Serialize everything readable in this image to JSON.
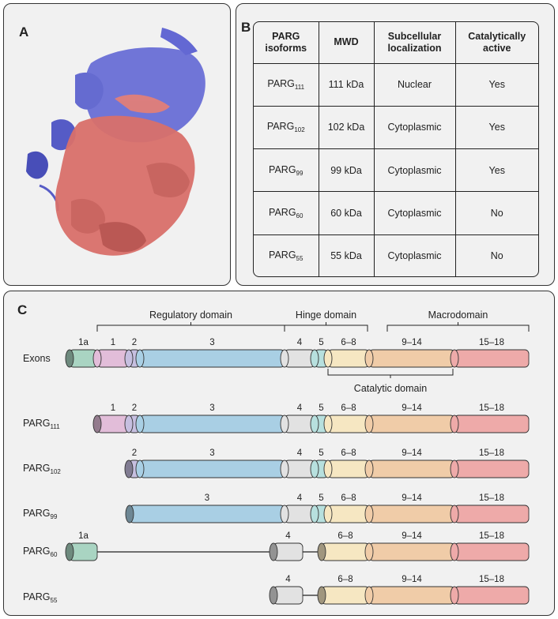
{
  "panels": {
    "a": "A",
    "b": "B",
    "c": "C"
  },
  "table": {
    "headers": [
      [
        "PARG",
        "isoforms"
      ],
      [
        "MWD"
      ],
      [
        "Subcellular",
        "localization"
      ],
      [
        "Catalytically",
        "active"
      ]
    ],
    "rows": [
      {
        "isoform": "PARG",
        "sub": "111",
        "mwd": "111 kDa",
        "loc": "Nuclear",
        "active": "Yes"
      },
      {
        "isoform": "PARG",
        "sub": "102",
        "mwd": "102 kDa",
        "loc": "Cytoplasmic",
        "active": "Yes"
      },
      {
        "isoform": "PARG",
        "sub": "99",
        "mwd": "99 kDa",
        "loc": "Cytoplasmic",
        "active": "Yes"
      },
      {
        "isoform": "PARG",
        "sub": "60",
        "mwd": "60 kDa",
        "loc": "Cytoplasmic",
        "active": "No"
      },
      {
        "isoform": "PARG",
        "sub": "55",
        "mwd": "55 kDa",
        "loc": "Cytoplasmic",
        "active": "No"
      }
    ]
  },
  "domains": {
    "regulatory": "Regulatory domain",
    "hinge": "Hinge domain",
    "macro": "Macrodomain",
    "catalytic": "Catalytic domain"
  },
  "exon_colors": {
    "1a": "#a9d4c2",
    "1": "#e2bdd9",
    "2": "#c6bfe0",
    "3": "#a9cfe4",
    "4": "#e2e2e2",
    "5": "#b7e0de",
    "6-8": "#f6e7c2",
    "9-14": "#f0cca8",
    "15-18": "#eeaaa9"
  },
  "exons_row_label": "Exons",
  "isoform_rows": [
    {
      "label": "PARG",
      "sub": "111"
    },
    {
      "label": "PARG",
      "sub": "102"
    },
    {
      "label": "PARG",
      "sub": "99"
    },
    {
      "label": "PARG",
      "sub": "60"
    },
    {
      "label": "PARG",
      "sub": "55"
    }
  ],
  "segment_labels": {
    "1a": "1a",
    "1": "1",
    "2": "2",
    "3": "3",
    "4": "4",
    "5": "5",
    "6-8": "6–8",
    "9-14": "9–14",
    "15-18": "15–18"
  }
}
